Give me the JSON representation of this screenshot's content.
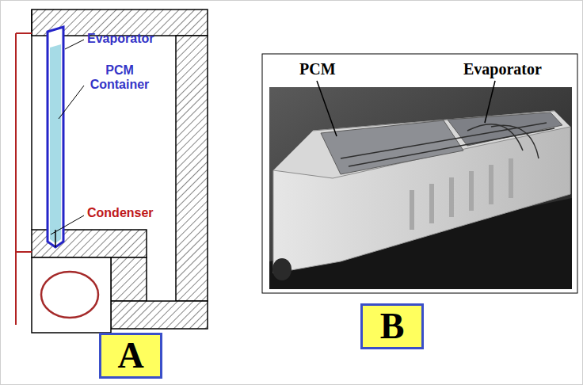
{
  "diagram": {
    "nodes": [
      {
        "text": [
          "A"
        ]
      },
      {
        "text": [
          "B"
        ]
      }
    ],
    "labels": [
      "Evaporator",
      "PCM Container",
      "Condenser",
      "PCM",
      "Evaporator"
    ]
  }
}
